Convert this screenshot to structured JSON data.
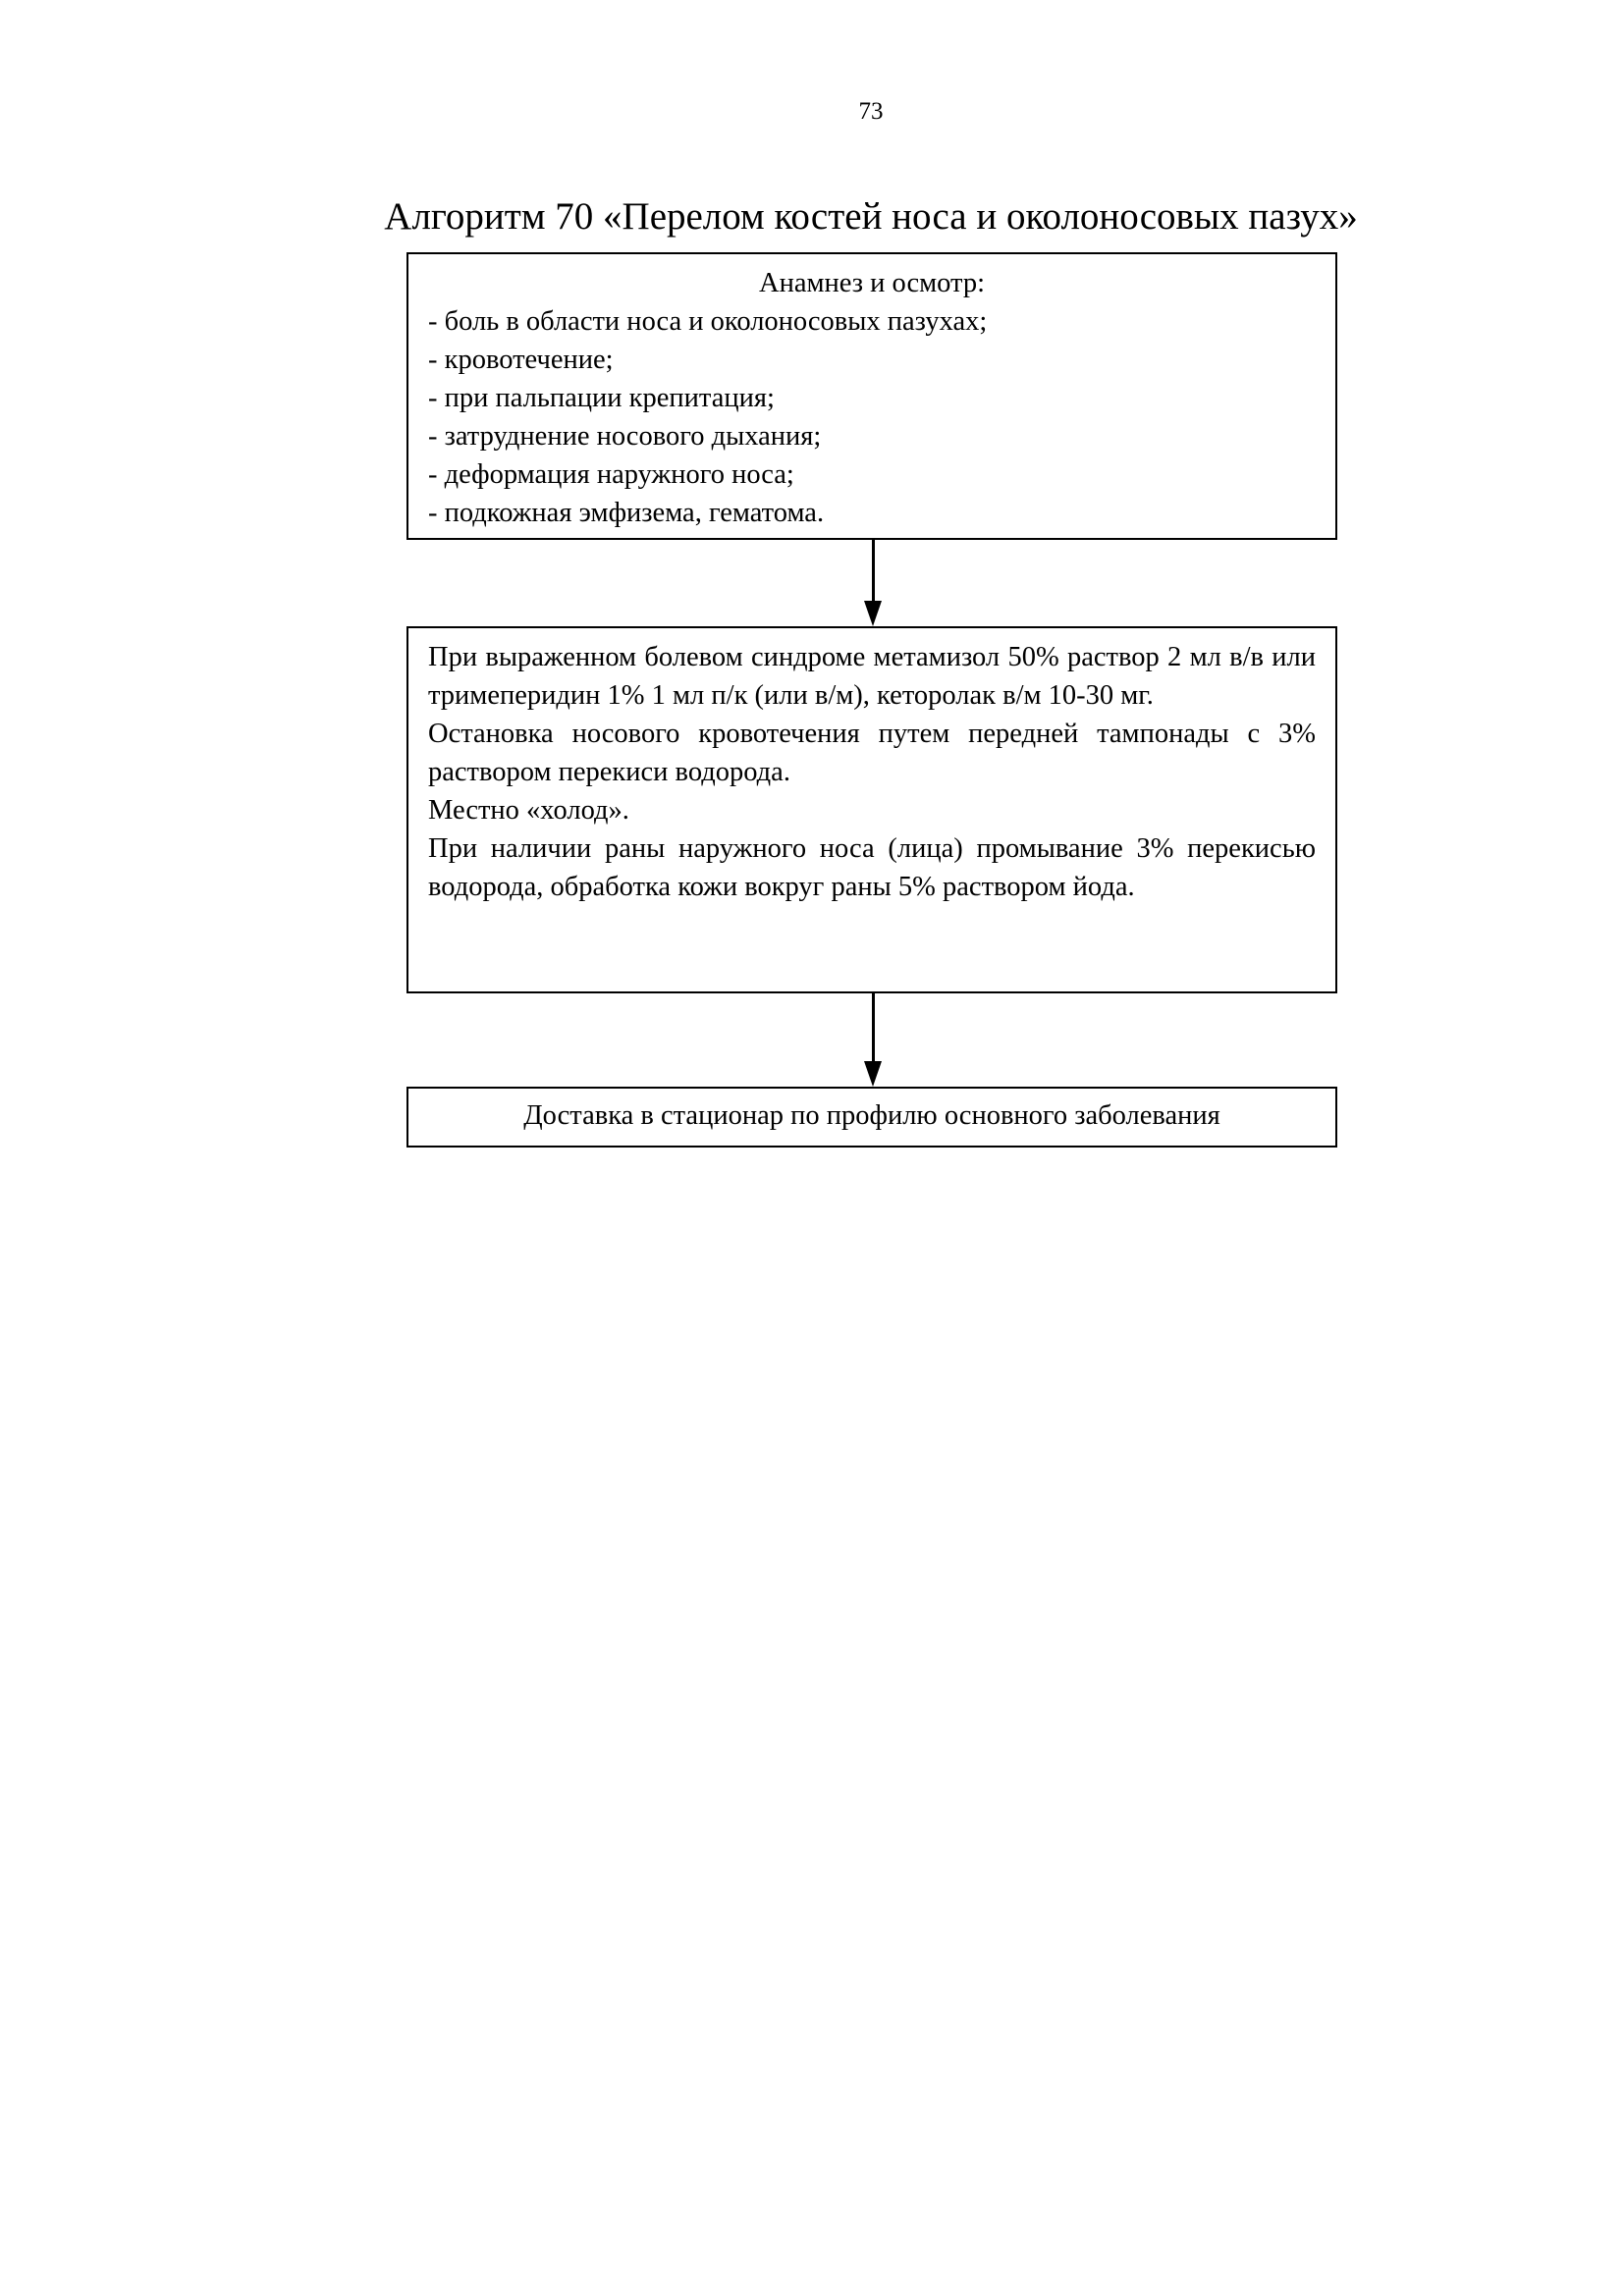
{
  "page_number": "73",
  "title": "Алгоритм 70 «Перелом костей носа и околоносовых пазух»",
  "box1": {
    "heading": "Анамнез и осмотр:",
    "lines": [
      "- боль в области носа и околоносовых пазухах;",
      "- кровотечение;",
      "- при пальпации крепитация;",
      "- затруднение носового дыхания;",
      "- деформация наружного носа;",
      "- подкожная эмфизема, гематома."
    ]
  },
  "box2": {
    "paragraphs": [
      "При выраженном болевом синдроме метамизол 50% раствор 2 мл в/в или тримеперидин 1% 1 мл п/к (или в/м), кеторолак в/м 10-30 мг.",
      "Остановка носового кровотечения путем передней тампонады с 3% раствором перекиси водорода.",
      "Местно «холод».",
      "При наличии раны наружного носа (лица) промывание 3% перекисью водорода, обработка кожи вокруг раны 5% раствором йода."
    ]
  },
  "box3": {
    "text": "Доставка в стационар по профилю основного заболевания"
  }
}
